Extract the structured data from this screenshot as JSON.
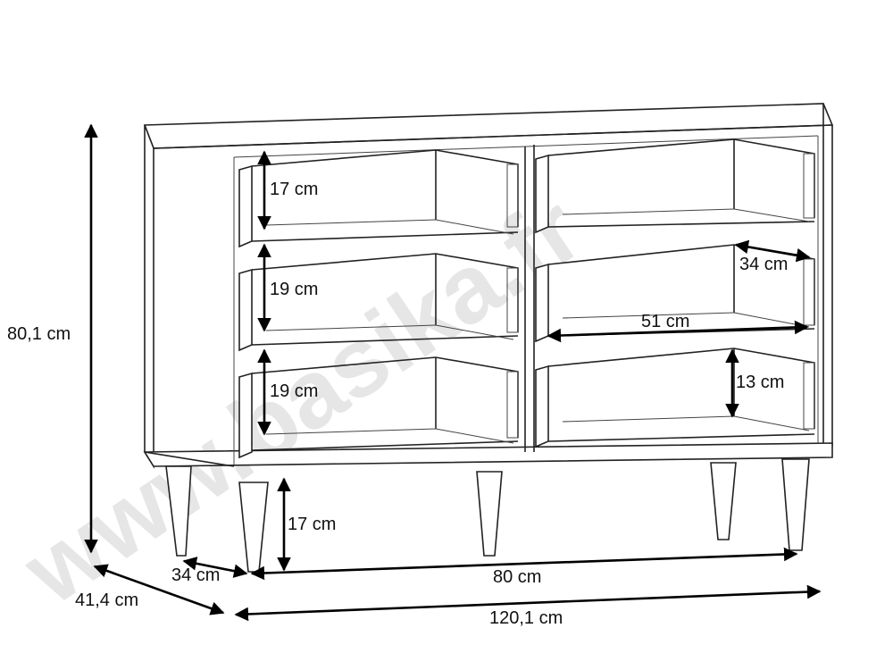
{
  "watermark": "www.basika.fr",
  "dimensions": {
    "total_height": "80,1 cm",
    "depth": "41,4 cm",
    "total_width": "120,1 cm",
    "leg_span_width": "80 cm",
    "leg_depth": "34 cm",
    "leg_height": "17 cm",
    "left_drawer_1_height": "17 cm",
    "left_drawer_2_height": "19 cm",
    "left_drawer_3_height": "19 cm",
    "right_drawer_depth": "34 cm",
    "right_drawer_width": "51 cm",
    "right_drawer_3_height": "13 cm"
  },
  "colors": {
    "line": "#222222",
    "arrow": "#000000",
    "watermark": "#e6e6e6"
  }
}
